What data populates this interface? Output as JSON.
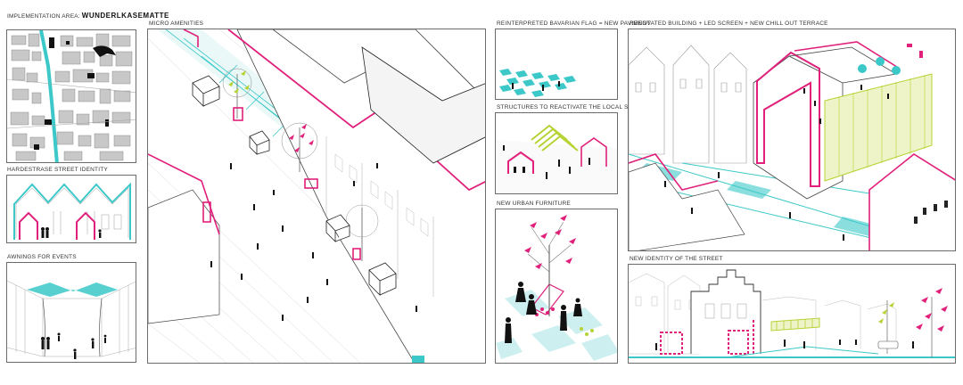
{
  "colors": {
    "magenta": "#e0207a",
    "cyan": "#3cc8c8",
    "lime": "#b5d334",
    "ink": "#222222",
    "line": "#9a9a9a"
  },
  "labels": {
    "implementation_prefix": "IMPLEMENTATION AREA:",
    "implementation_name": "WUNDERLKASEMATTE",
    "street_identity": "HARDESTRASE STREET  IDENTITY",
    "awnings": "AWNINGS FOR EVENTS",
    "micro": "MICRO AMENITIES",
    "flag": "REINTERPRETED BAVARIAN FLAG = NEW PAVIMENT",
    "structures": "STRUCTURES TO REACTIVATE  THE  LOCAL STORES",
    "furniture": "NEW URBAN FURNITURE",
    "renovated": "RENOVATED BUILDING + LED SCREEN + NEW CHILL OUT TERRACE",
    "new_identity": "NEW IDENTITY OF THE STREET"
  }
}
